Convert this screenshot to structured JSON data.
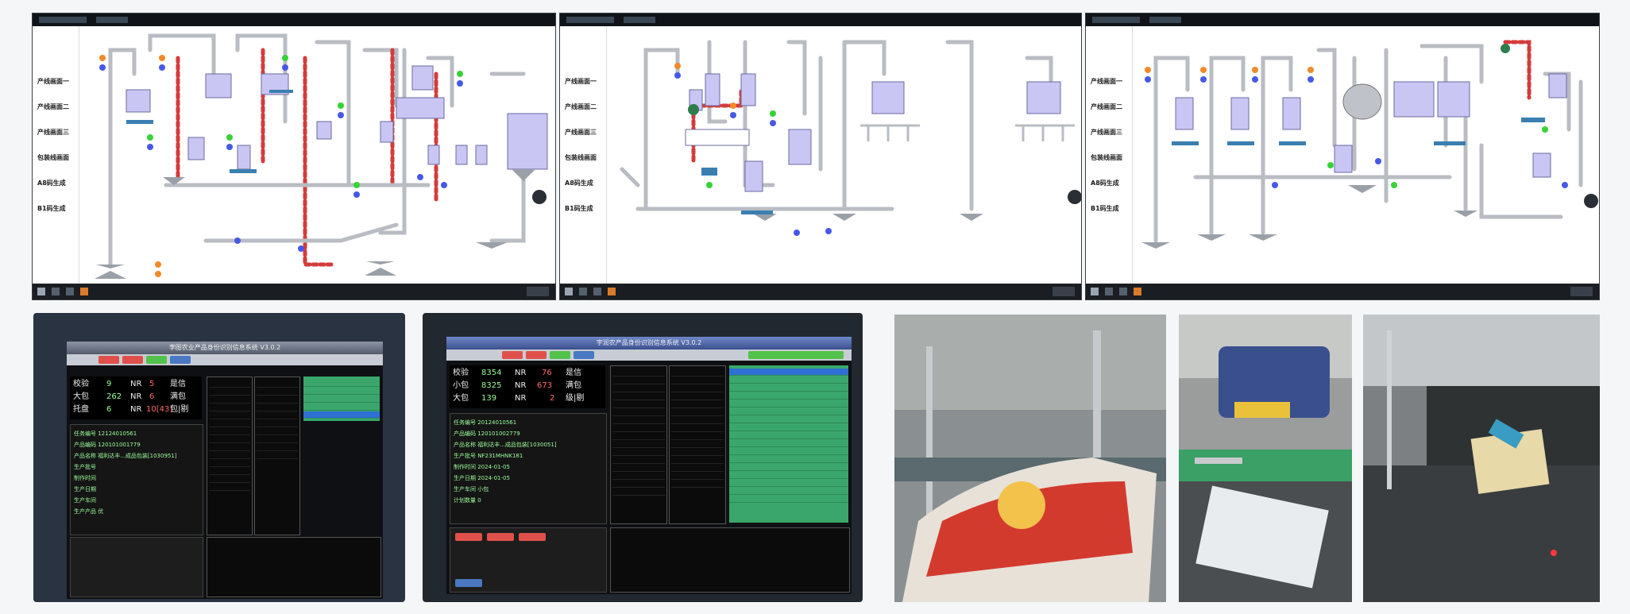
{
  "scada_sidebar": {
    "items": [
      "产线画面一",
      "产线画面二",
      "产线画面三",
      "包装线画面",
      "A8码生成",
      "B1码生成"
    ]
  },
  "colors": {
    "pipe_gray": "#b9bcc3",
    "pipe_red": "#d43b3b",
    "vessel": "#c9c6f4",
    "status_green": "#37d237",
    "status_blue": "#4659e6",
    "status_orange": "#f08a2a",
    "hmi_green_list": "#3aa66b",
    "hmi_red_tab": "#e0504a"
  },
  "hmi_left": {
    "title": "李图农业产品身份识别信息系统 V3.0.2",
    "stats": [
      {
        "label": "校验",
        "value": "9",
        "unit": "NR"
      },
      {
        "label": "大包",
        "value": "262",
        "unit": "NR"
      },
      {
        "label": "托盘",
        "value": "6",
        "unit": "NR"
      }
    ],
    "right_values": [
      "5",
      "6",
      "10[43]"
    ],
    "right_labels": [
      "是信",
      "满包",
      "包|剔"
    ],
    "info_lines": [
      "任务编号 12124010561",
      "产品编码 120101001779",
      "产品名称 福利达丰...成品包装[1030951]",
      "生产批号",
      "制作时间",
      "生产日期",
      "生产车间",
      "生产产品 优"
    ]
  },
  "hmi_right": {
    "title": "宇润农产品身份识别信息系统 V3.0.2",
    "stats": [
      {
        "label": "校验",
        "value": "8354",
        "unit": "NR"
      },
      {
        "label": "小包",
        "value": "8325",
        "unit": "NR"
      },
      {
        "label": "大包",
        "value": "139",
        "unit": "NR"
      }
    ],
    "right_values": [
      "76",
      "673",
      "2"
    ],
    "right_labels": [
      "是信",
      "满包",
      "级|剔"
    ],
    "info_lines": [
      "任务编号 20124010561",
      "产品编码 120101002779",
      "产品名称 福利达丰...成品包装[1030051]",
      "生产批号 NF231MHNK181",
      "制作时间 2024-01-05",
      "生产日期 2024-01-05",
      "生产车间 小包",
      "计划数量 0"
    ]
  }
}
